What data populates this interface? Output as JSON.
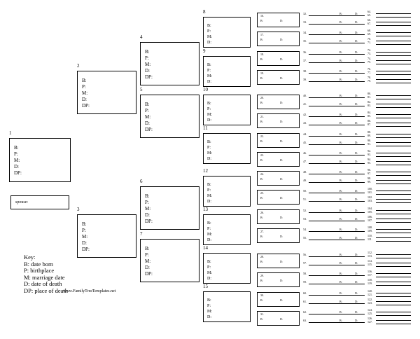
{
  "labels": {
    "b": "B:",
    "p": "P:",
    "m": "M:",
    "d": "D:",
    "dp": "DP:",
    "spouse": "spouse:"
  },
  "gen1": [
    {
      "num": "1",
      "fields": [
        "B:",
        "P:",
        "M:",
        "D:",
        "DP:"
      ]
    }
  ],
  "gen2": [
    {
      "num": "2",
      "fields": [
        "B:",
        "P:",
        "M:",
        "D:",
        "DP:"
      ]
    },
    {
      "num": "3",
      "fields": [
        "B:",
        "P:",
        "M:",
        "D:",
        "DP:"
      ]
    }
  ],
  "gen3": [
    {
      "num": "4",
      "fields": [
        "B:",
        "P:",
        "M:",
        "D:",
        "DP:"
      ]
    },
    {
      "num": "5",
      "fields": [
        "B:",
        "P:",
        "M:",
        "D:",
        "DP:"
      ]
    },
    {
      "num": "6",
      "fields": [
        "B:",
        "P:",
        "M:",
        "D:",
        "DP:"
      ]
    },
    {
      "num": "7",
      "fields": [
        "B:",
        "P:",
        "M:",
        "D:",
        "DP:"
      ]
    }
  ],
  "gen4": [
    {
      "num": "8",
      "fields": [
        "B:",
        "P:",
        "M:",
        "D:"
      ]
    },
    {
      "num": "9",
      "fields": [
        "B:",
        "P:",
        "M:",
        "D:"
      ]
    },
    {
      "num": "10",
      "fields": [
        "B:",
        "P:",
        "M:",
        "D:"
      ]
    },
    {
      "num": "11",
      "fields": [
        "B:",
        "P:",
        "M:",
        "D:"
      ]
    },
    {
      "num": "12",
      "fields": [
        "B:",
        "P:",
        "M:",
        "D:"
      ]
    },
    {
      "num": "13",
      "fields": [
        "B:",
        "P:",
        "M:",
        "D:"
      ]
    },
    {
      "num": "14",
      "fields": [
        "B:",
        "P:",
        "M:",
        "D:"
      ]
    },
    {
      "num": "15",
      "fields": [
        "B:",
        "P:",
        "M:",
        "D:"
      ]
    }
  ],
  "gen5": [
    {
      "num": "16.",
      "b": "B:",
      "d": "D:"
    },
    {
      "num": "17.",
      "b": "B:",
      "d": "D:"
    },
    {
      "num": "18.",
      "b": "B:",
      "d": "D:"
    },
    {
      "num": "19.",
      "b": "B:",
      "d": "D:"
    },
    {
      "num": "20.",
      "b": "B:",
      "d": "D:"
    },
    {
      "num": "21.",
      "b": "B:",
      "d": "D:"
    },
    {
      "num": "22.",
      "b": "B:",
      "d": "D:"
    },
    {
      "num": "23.",
      "b": "B:",
      "d": "D:"
    },
    {
      "num": "24.",
      "b": "B:",
      "d": "D:"
    },
    {
      "num": "25.",
      "b": "B:",
      "d": "D:"
    },
    {
      "num": "26.",
      "b": "B:",
      "d": "D:"
    },
    {
      "num": "27.",
      "b": "B:",
      "d": "D:"
    },
    {
      "num": "28.",
      "b": "B:",
      "d": "D:"
    },
    {
      "num": "29.",
      "b": "B:",
      "d": "D:"
    },
    {
      "num": "30.",
      "b": "B:",
      "d": "D:"
    },
    {
      "num": "31.",
      "b": "B:",
      "d": "D:"
    }
  ],
  "gen6_nums": [
    "32.",
    "33.",
    "34.",
    "35.",
    "36.",
    "37.",
    "38.",
    "39.",
    "40.",
    "41.",
    "42.",
    "43.",
    "44.",
    "45.",
    "46.",
    "47.",
    "48.",
    "49.",
    "50.",
    "51.",
    "52.",
    "53.",
    "54.",
    "55.",
    "56.",
    "57.",
    "58.",
    "59.",
    "60.",
    "61.",
    "62.",
    "63."
  ],
  "gen7_nums": [
    "64.",
    "65.",
    "66.",
    "67.",
    "68.",
    "69.",
    "70.",
    "71.",
    "72.",
    "73.",
    "74.",
    "75.",
    "76.",
    "77.",
    "78.",
    "79.",
    "80.",
    "81.",
    "82.",
    "83.",
    "84.",
    "85.",
    "86.",
    "87.",
    "88.",
    "89.",
    "90.",
    "91.",
    "92.",
    "93.",
    "94.",
    "95.",
    "96.",
    "97.",
    "98.",
    "99.",
    "100.",
    "101.",
    "102.",
    "103.",
    "104.",
    "105.",
    "106.",
    "107.",
    "108.",
    "109.",
    "110.",
    "111.",
    "112.",
    "113.",
    "114.",
    "115.",
    "116.",
    "117.",
    "118.",
    "119.",
    "120.",
    "121.",
    "122.",
    "123.",
    "124.",
    "125.",
    "126.",
    "127."
  ],
  "key": {
    "title": "Key:",
    "items": [
      "B: date born",
      "P: birthplace",
      "M: marriage date",
      "D: date of death",
      "DP: place of death"
    ]
  },
  "footer": "www.FamilyTreeTemplates.net"
}
